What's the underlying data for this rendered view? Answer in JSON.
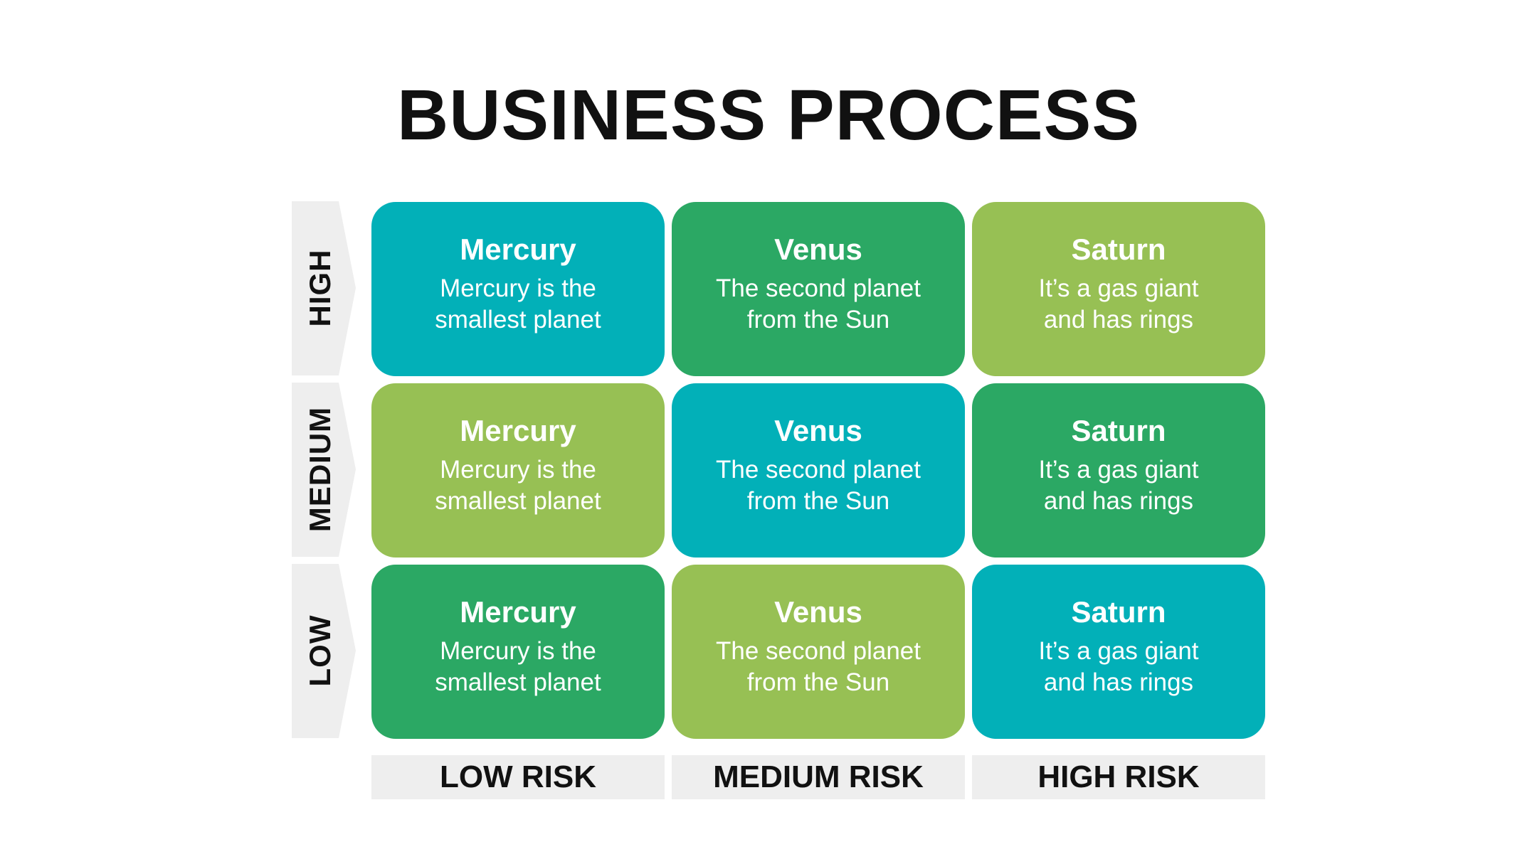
{
  "title": "BUSINESS PROCESS",
  "colors": {
    "teal": "#02b0b8",
    "green": "#2ba864",
    "lime": "#97c054",
    "label_bg": "#eeeeee"
  },
  "rows": [
    {
      "label": "HIGH"
    },
    {
      "label": "MEDIUM"
    },
    {
      "label": "LOW"
    }
  ],
  "columns": [
    {
      "label": "LOW RISK"
    },
    {
      "label": "MEDIUM RISK"
    },
    {
      "label": "HIGH RISK"
    }
  ],
  "cells": [
    [
      {
        "title": "Mercury",
        "line1": "Mercury is the",
        "line2": "smallest planet",
        "color": "#02b0b8"
      },
      {
        "title": "Venus",
        "line1": "The second planet",
        "line2": "from the Sun",
        "color": "#2ba864"
      },
      {
        "title": "Saturn",
        "line1": "It’s a gas giant",
        "line2": "and has rings",
        "color": "#97c054"
      }
    ],
    [
      {
        "title": "Mercury",
        "line1": "Mercury is the",
        "line2": "smallest planet",
        "color": "#97c054"
      },
      {
        "title": "Venus",
        "line1": "The second planet",
        "line2": "from the Sun",
        "color": "#02b0b8"
      },
      {
        "title": "Saturn",
        "line1": "It’s a gas giant",
        "line2": "and has rings",
        "color": "#2ba864"
      }
    ],
    [
      {
        "title": "Mercury",
        "line1": "Mercury is the",
        "line2": "smallest planet",
        "color": "#2ba864"
      },
      {
        "title": "Venus",
        "line1": "The second planet",
        "line2": "from the Sun",
        "color": "#97c054"
      },
      {
        "title": "Saturn",
        "line1": "It’s a gas giant",
        "line2": "and has rings",
        "color": "#02b0b8"
      }
    ]
  ]
}
